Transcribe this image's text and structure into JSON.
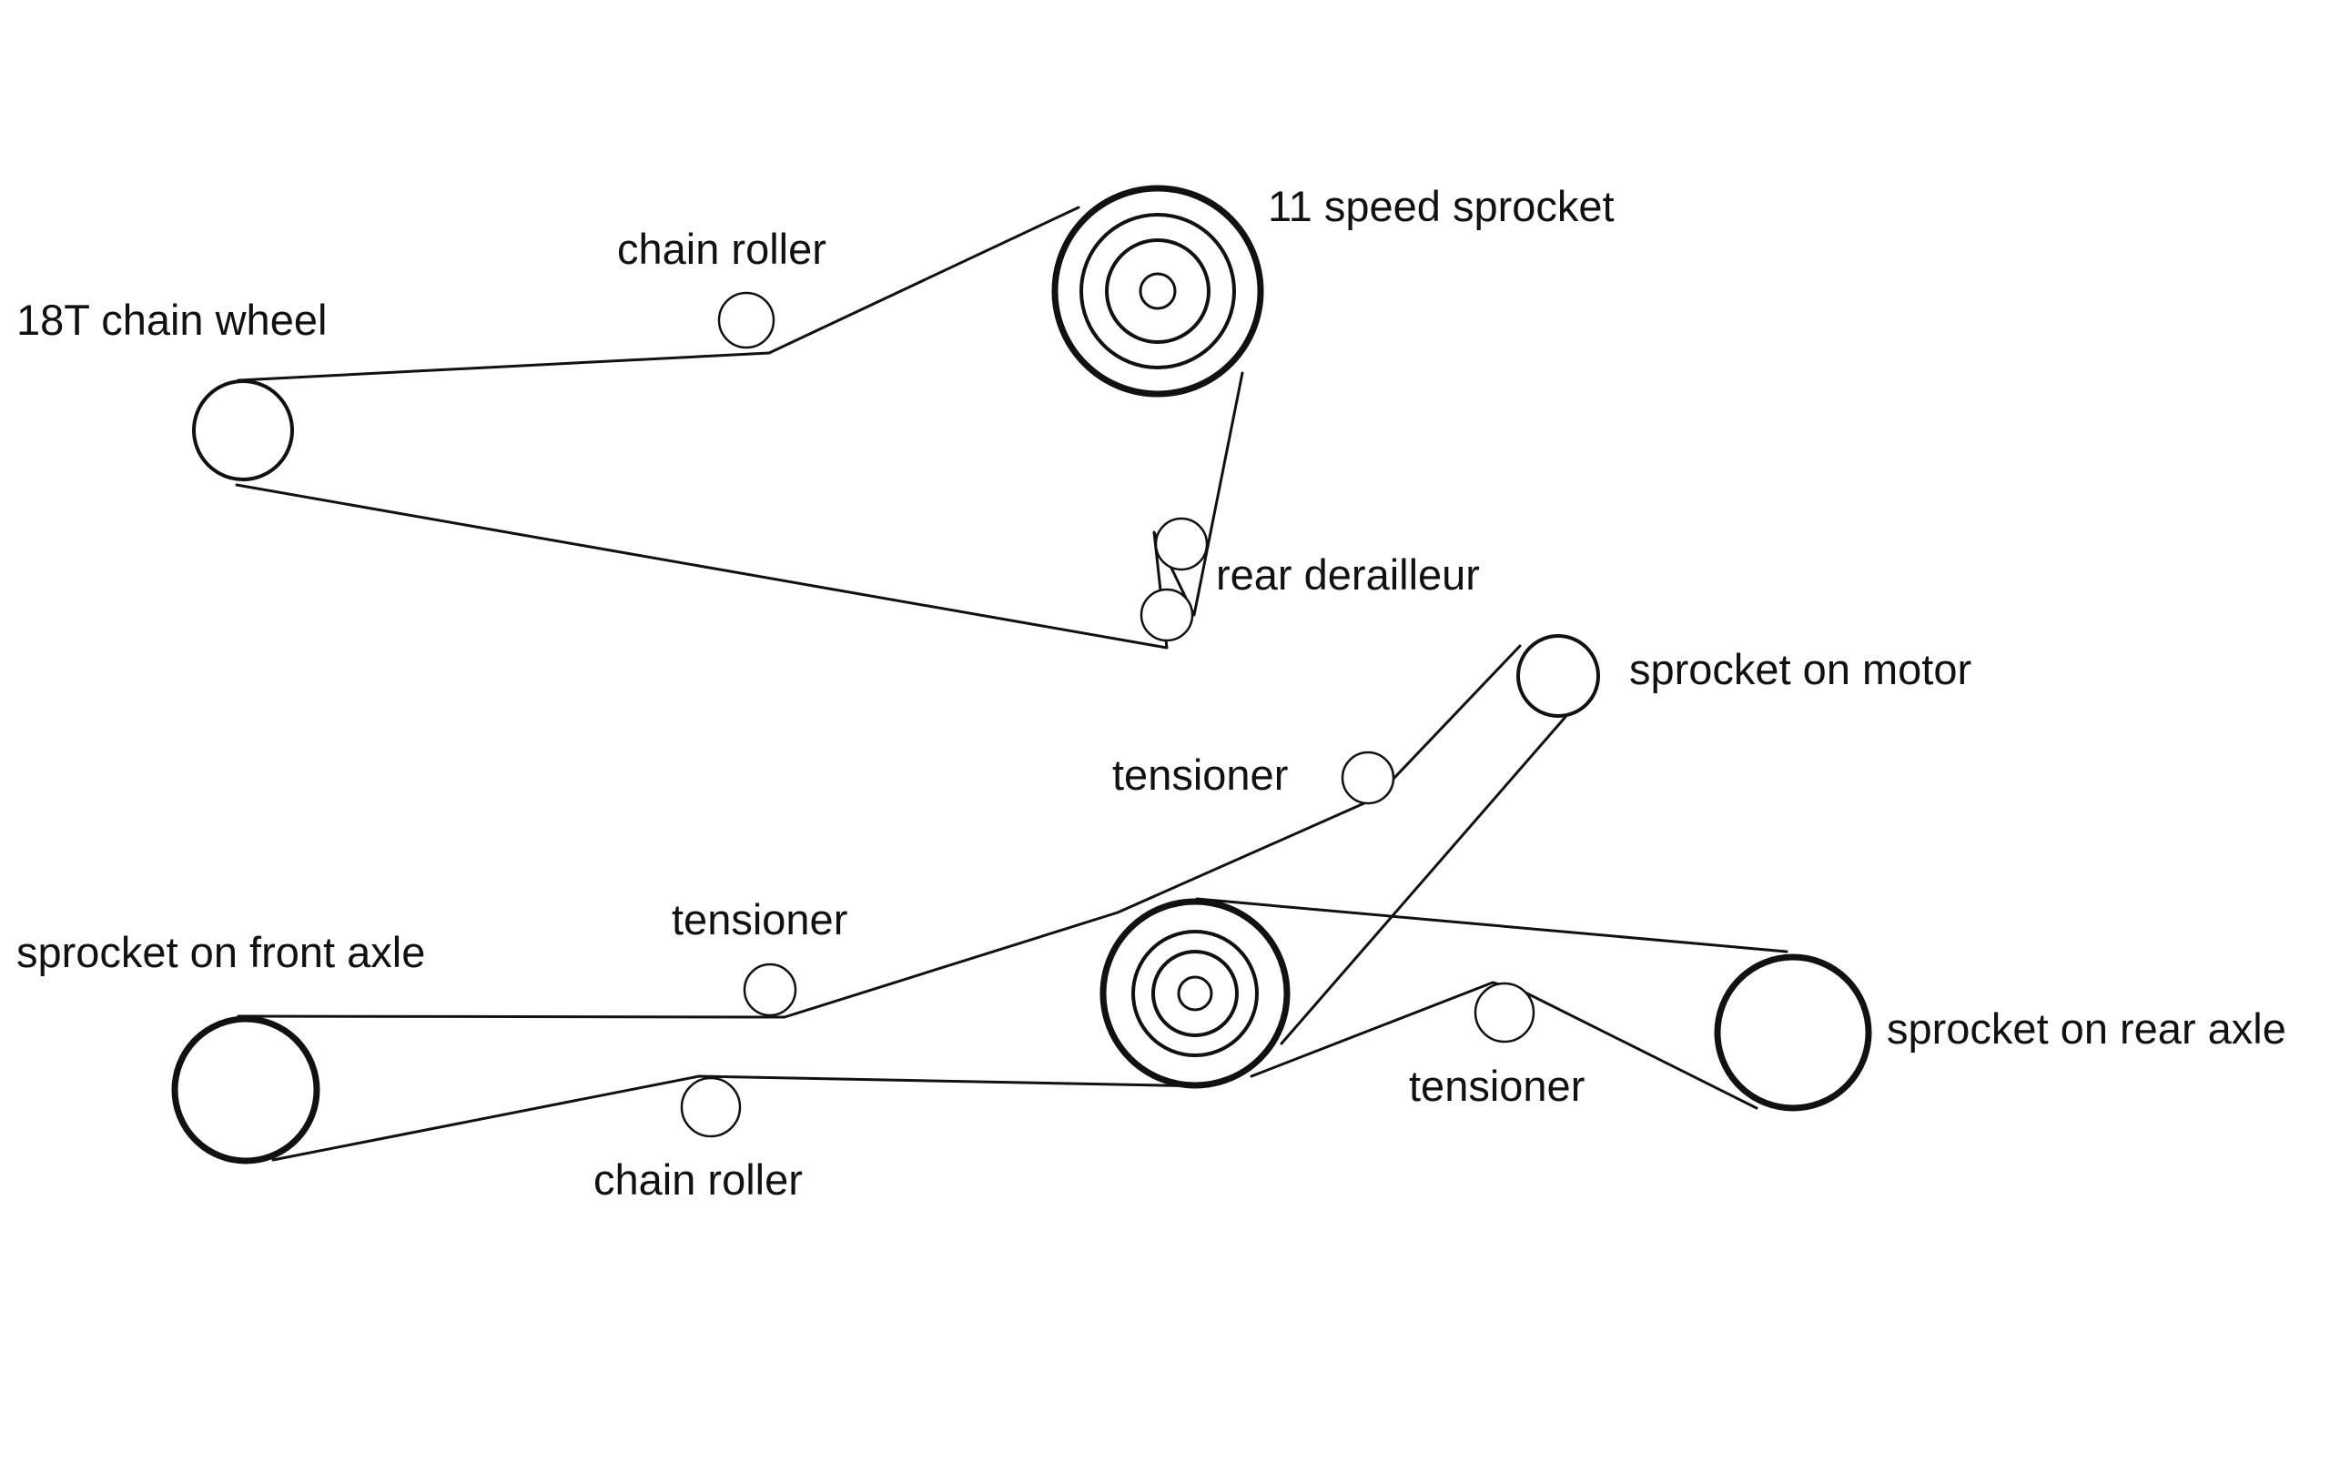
{
  "labels": {
    "chain_wheel": "18T chain wheel",
    "chain_roller_top": "chain roller",
    "speed_sprocket": "11 speed sprocket",
    "rear_derailleur": "rear derailleur",
    "sprocket_motor": "sprocket on motor",
    "tensioner_upper": "tensioner",
    "tensioner_middle": "tensioner",
    "sprocket_front_axle": "sprocket on front axle",
    "sprocket_rear_axle": "sprocket on rear axle",
    "tensioner_lower": "tensioner",
    "chain_roller_bottom": "chain roller"
  }
}
